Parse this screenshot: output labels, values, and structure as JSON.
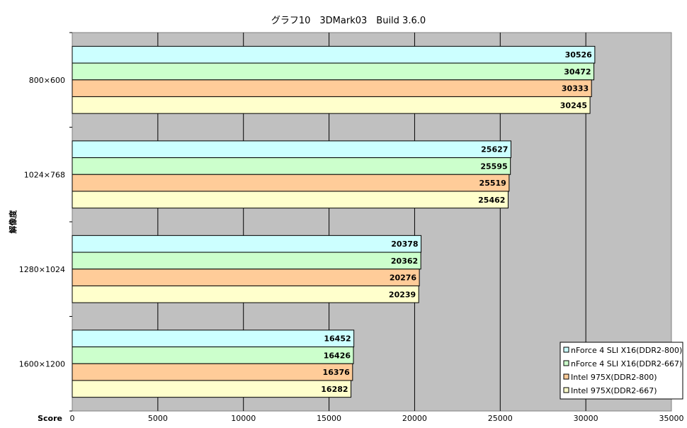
{
  "chart_data": {
    "type": "bar",
    "orientation": "horizontal",
    "title": "グラフ10　3DMark03　Build 3.6.0",
    "xlabel": "Score",
    "ylabel": "解像度",
    "xlim": [
      0,
      35000
    ],
    "xticks": [
      0,
      5000,
      10000,
      15000,
      20000,
      25000,
      30000,
      35000
    ],
    "grid": true,
    "legend_position": "bottom-right",
    "categories": [
      "800×600",
      "1024×768",
      "1280×1024",
      "1600×1200"
    ],
    "series": [
      {
        "name": "nForce 4 SLI X16(DDR2-800)",
        "color": "#ccffff",
        "values": [
          30526,
          25627,
          20378,
          16452
        ]
      },
      {
        "name": "nForce 4 SLI X16(DDR2-667)",
        "color": "#ccffcc",
        "values": [
          30472,
          25595,
          20362,
          16426
        ]
      },
      {
        "name": "Intel 975X(DDR2-800)",
        "color": "#ffcc99",
        "values": [
          30333,
          25519,
          20276,
          16376
        ]
      },
      {
        "name": "Intel 975X(DDR2-667)",
        "color": "#ffffcc",
        "values": [
          30245,
          25462,
          20239,
          16282
        ]
      }
    ]
  }
}
